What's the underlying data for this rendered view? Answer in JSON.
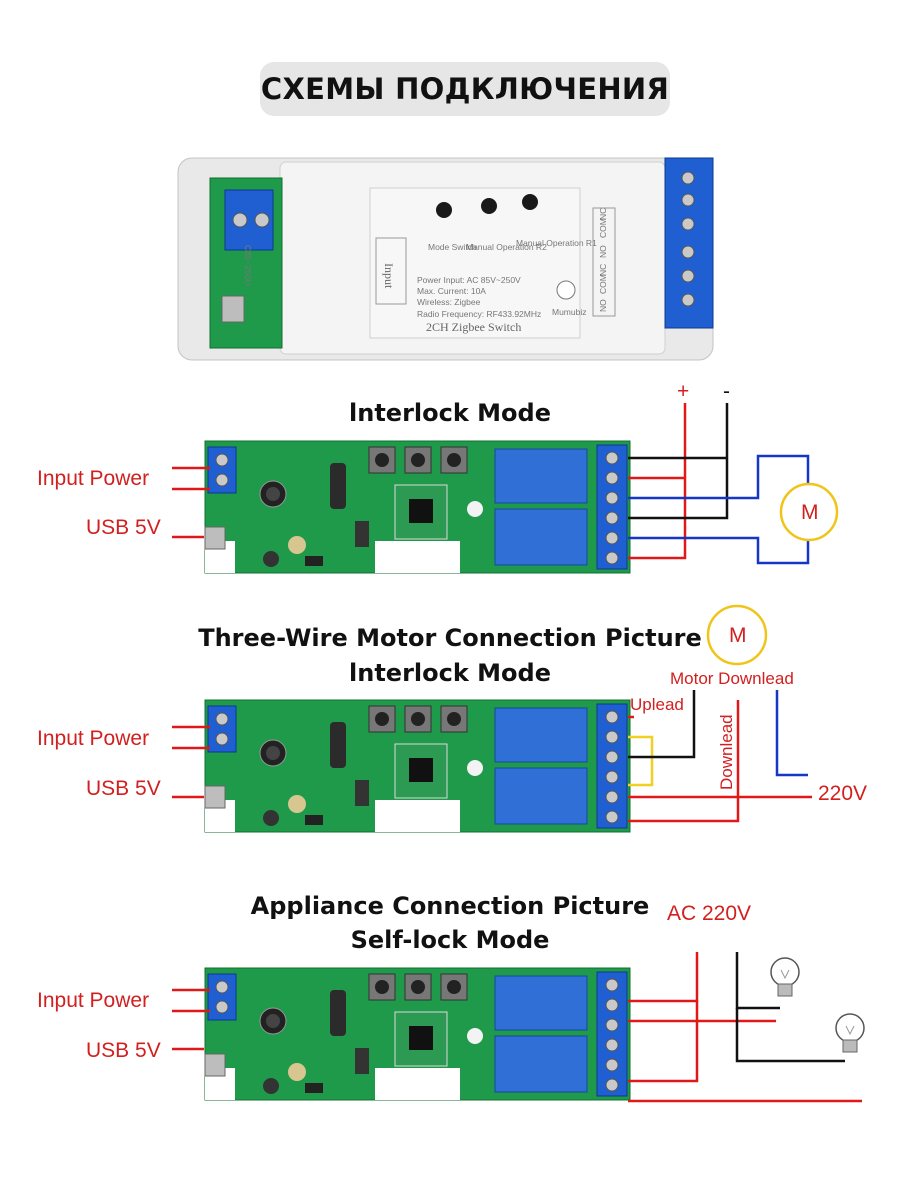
{
  "page_title": "СХЕМЫ ПОДКЛЮЧЕНИЯ",
  "device": {
    "input_label": "Input",
    "voltage_label": "C85~250U",
    "btn1_label": "Mode Switch",
    "btn2_label": "Manual Operation R2",
    "btn3_label": "Manual Operation R1",
    "spec1": "Power Input:  AC 85V~250V",
    "spec2": "Max. Current: 10A",
    "spec3": "Wireless: Zigbee",
    "spec4": "Radio Frequency:   RF433.92MHz",
    "name": "2CH Zigbee Switch",
    "brand": "Mumubiz",
    "terminals": [
      "NC",
      "COM",
      "NO",
      "NC",
      "COM",
      "NO"
    ]
  },
  "sections": [
    {
      "title_lines": [
        "lnterlock Mode"
      ],
      "labels": {
        "input_power": "Input Power",
        "usb": "USB 5V",
        "plus": "+",
        "minus": "-",
        "motor": "M"
      }
    },
    {
      "title_lines": [
        "Three-Wire Motor Connection Picture",
        "lnterlock Mode"
      ],
      "labels": {
        "input_power": "Input Power",
        "usb": "USB 5V",
        "motor": "M",
        "motor_downlead": "Motor Downlead",
        "uplead": "Uplead",
        "downlead": "Downlead",
        "v220": "220V"
      }
    },
    {
      "title_lines": [
        "Appliance Connection Picture",
        "Self-lock Mode"
      ],
      "labels": {
        "input_power": "Input Power",
        "usb": "USB 5V",
        "ac220": "AC 220V"
      }
    }
  ],
  "colors": {
    "pcb": "#1e9a4a",
    "terminal": "#1f5fd1",
    "relay": "#2f6fd6",
    "wire_red": "#e01818",
    "wire_blue": "#1537c7",
    "wire_black": "#111111",
    "motor_fill": "#ffffff",
    "motor_stroke": "#f0c419"
  }
}
